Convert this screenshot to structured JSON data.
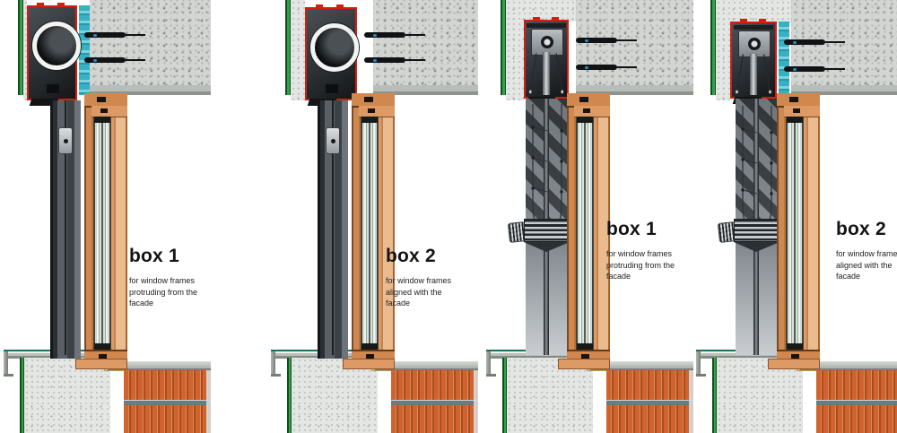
{
  "figure": {
    "subject": "window head and sill cross-sections with roller blind boxes",
    "background": "#ffffff"
  },
  "panels": [
    {
      "id": "panel-1",
      "label": "box 1",
      "description": "for window frames protruding from the facade",
      "variant": "blind-retracted",
      "box_type": "protruding"
    },
    {
      "id": "panel-2",
      "label": "box 2",
      "description": "for window frames aligned with the facade",
      "variant": "blind-retracted",
      "box_type": "aligned"
    },
    {
      "id": "panel-3",
      "label": "box 1",
      "description": "for window frames protruding from the facade",
      "variant": "blind-extended",
      "box_type": "protruding"
    },
    {
      "id": "panel-4",
      "label": "box 2",
      "description": "for window frames aligned with the facade",
      "variant": "blind-extended",
      "box_type": "aligned"
    }
  ],
  "colors": {
    "box_outline_red": "#d21f14",
    "insulation_cyan": "#34b2c4",
    "facade_render_green": "#35a04a",
    "brick_orange": "#d06330",
    "timber_frame_tan": "#dc9a66",
    "concrete_gray": "#d2d5d2",
    "blind_box_dark": "#2c3135",
    "sill_metal": "#b9bfb9"
  }
}
